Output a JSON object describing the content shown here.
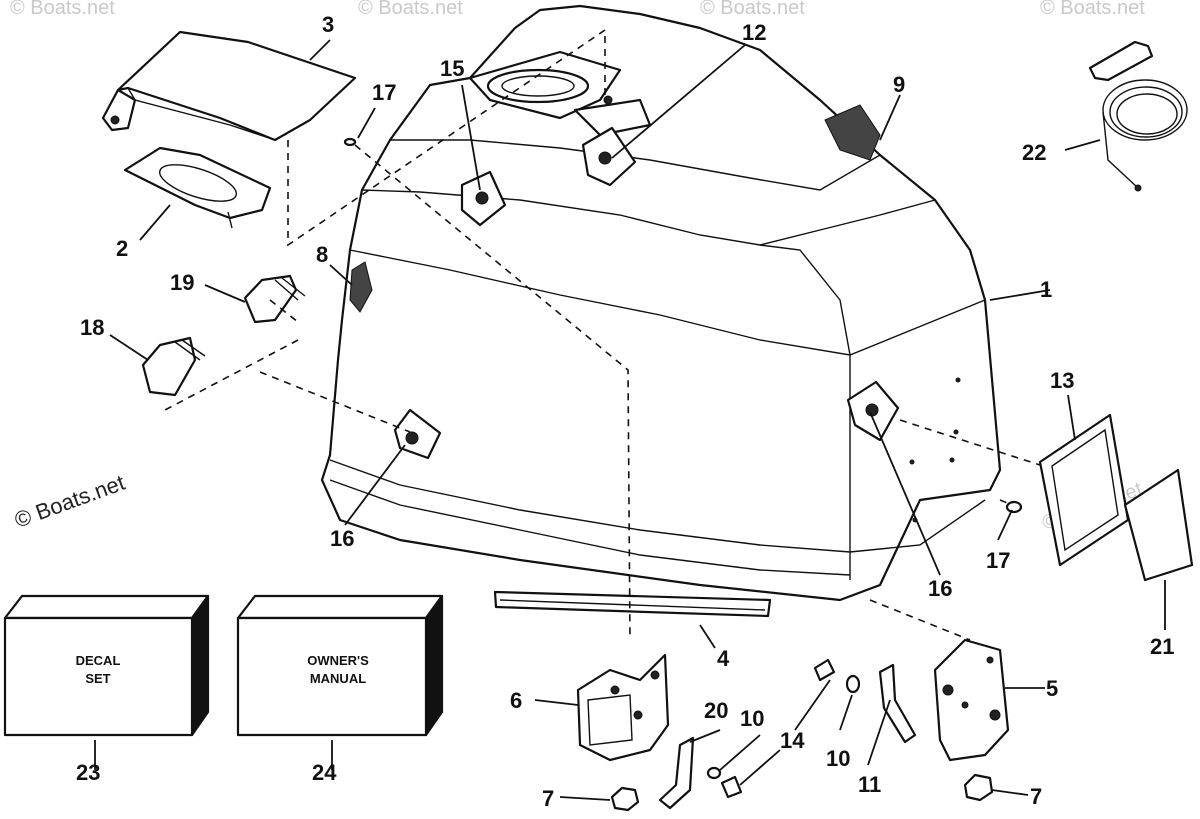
{
  "watermark": {
    "text": "© Boats.net"
  },
  "boxes": {
    "decal_line1": "DECAL",
    "decal_line2": "SET",
    "manual_line1": "OWNER'S",
    "manual_line2": "MANUAL"
  },
  "callouts": {
    "c1": "1",
    "c2": "2",
    "c3": "3",
    "c4": "4",
    "c5": "5",
    "c6": "6",
    "c7a": "7",
    "c7b": "7",
    "c8": "8",
    "c9": "9",
    "c10a": "10",
    "c10b": "10",
    "c11": "11",
    "c12": "12",
    "c13": "13",
    "c14": "14",
    "c15": "15",
    "c16a": "16",
    "c16b": "16",
    "c17a": "17",
    "c17b": "17",
    "c18": "18",
    "c19": "19",
    "c20": "20",
    "c21": "21",
    "c22": "22",
    "c23": "23",
    "c24": "24"
  }
}
